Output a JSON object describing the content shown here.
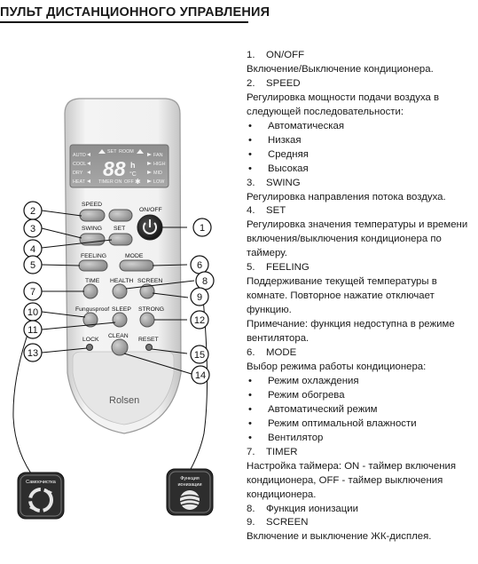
{
  "header": {
    "title": "ПУЛЬТ ДИСТАНЦИОННОГО УПРАВЛЕНИЯ"
  },
  "remote": {
    "lcd": {
      "left_modes": [
        "AUTO",
        "COOL",
        "DRY",
        "HEAT"
      ],
      "right_modes": [
        "FAN",
        "HIGH",
        "MID",
        "LOW"
      ],
      "set_label": "SET",
      "room_label": "ROOM",
      "digits": "88",
      "hour_unit": "h",
      "deg_unit": "°C",
      "timer_on": "TIMER ON",
      "timer_off": "OFF"
    },
    "buttons": {
      "speed": "SPEED",
      "swing": "SWING",
      "set": "SET",
      "on_off": "ON/OFF",
      "feeling": "FEELING",
      "mode": "MODE",
      "time": "TIME",
      "health": "HEALTH",
      "screen": "SCREEN",
      "fungusproof": "Fungusproof",
      "sleep": "SLEEP",
      "strong": "STRONG",
      "lock": "LOCK",
      "clean": "CLEAN",
      "reset": "RESET"
    },
    "brand": "Rolsen",
    "callouts": [
      "1",
      "2",
      "3",
      "4",
      "5",
      "6",
      "7",
      "8",
      "9",
      "10",
      "11",
      "12",
      "13",
      "14",
      "15"
    ],
    "badge_left": "Самоочистка",
    "badge_right": [
      "Функция",
      "ионизации"
    ]
  },
  "items": [
    {
      "num": "1.",
      "title": "ON/OFF",
      "desc": "Включение/Выключение кондиционера."
    },
    {
      "num": "2.",
      "title": "SPEED",
      "desc": "Регулировка мощности подачи воздуха в следующей последовательности:",
      "bullets": [
        "Автоматическая",
        "Низкая",
        "Средняя",
        "Высокая"
      ]
    },
    {
      "num": "3.",
      "title": "SWING",
      "desc": "Регулировка направления потока воздуха."
    },
    {
      "num": "4.",
      "title": "SET",
      "desc": "Регулировка значения температуры и времени включения/выключения кондиционера по таймеру."
    },
    {
      "num": "5.",
      "title": "FEELING",
      "desc": "Поддерживание текущей температуры в комнате. Повторное нажатие отключает функцию.",
      "note": "Примечание: функция недоступна в режиме вентилятора."
    },
    {
      "num": "6.",
      "title": "MODE",
      "desc": "Выбор режима работы кондиционера:",
      "bullets": [
        "Режим охлаждения",
        "Режим обогрева",
        "Автоматический режим",
        "Режим оптимальной влажности",
        "Вентилятор"
      ]
    },
    {
      "num": "7.",
      "title": "TIMER",
      "desc": "Настройка таймера: ON - таймер включения кондиционера, OFF - таймер выключения кондиционера."
    },
    {
      "num": "8.",
      "title": "Функция ионизации",
      "desc": ""
    },
    {
      "num": "9.",
      "title": "SCREEN",
      "desc": "Включение и выключение ЖК-дисплея."
    }
  ]
}
